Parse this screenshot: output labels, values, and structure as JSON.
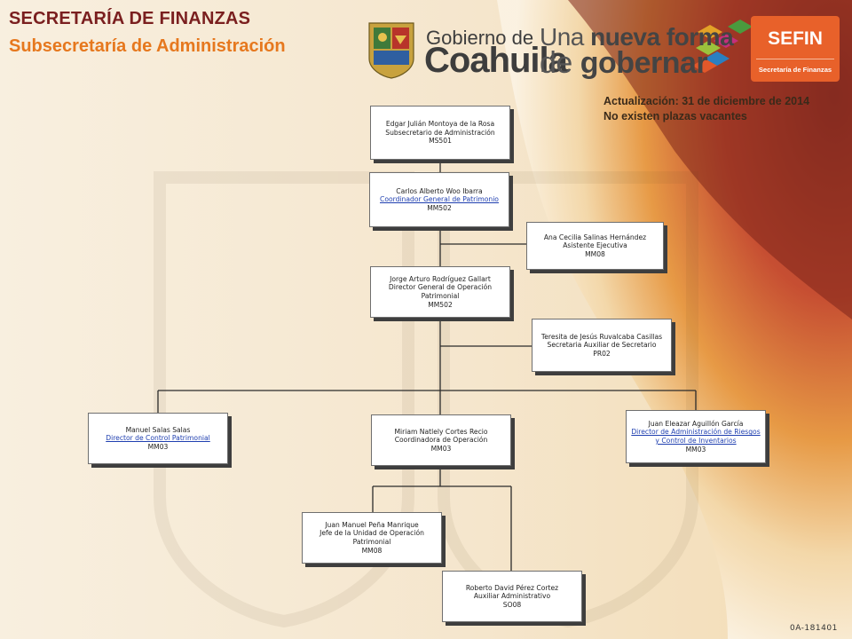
{
  "header": {
    "title": "SECRETARÍA DE FINANZAS",
    "subtitle": "Subsecretaría de Administración"
  },
  "logos": {
    "gobierno_line1": "Gobierno de",
    "gobierno_line2": "Coahuila",
    "slogan_pre1": "Una ",
    "slogan_bold1": "nueva forma",
    "slogan_pre2": "de ",
    "slogan_bold2": "gobernar",
    "sefin_name": "SEFIN",
    "sefin_sub": "Secretaría de Finanzas"
  },
  "notes": {
    "update": "Actualización: 31  de diciembre de 2014",
    "vacancies": "No existen plazas vacantes"
  },
  "org": {
    "subsecretario": {
      "name": "Edgar Julián Montoya de la Rosa",
      "role": "Subsecretario de Administración",
      "code": "MS501"
    },
    "coord_patrimonio": {
      "name": "Carlos Alberto Woo Ibarra",
      "role": "Coordinador  General  de  Patrimonio",
      "code": "MM502"
    },
    "asistente": {
      "name": "Ana Cecilia Salinas Hernández",
      "role": "Asistente Ejecutiva",
      "code": "MM08"
    },
    "director_general": {
      "name": "Jorge Arturo Rodríguez Gallart",
      "role": "Director General de Operación Patrimonial",
      "code": "MM502"
    },
    "secretaria_aux": {
      "name": "Teresita de Jesús Ruvalcaba Casillas",
      "role": "Secretaria Auxiliar de Secretario",
      "code": "PR02"
    },
    "director_control": {
      "name": "Manuel Salas Salas",
      "role": "Director de Control  Patrimonial",
      "code": "MM03"
    },
    "coordinadora_operacion": {
      "name": "Miriam Natlely Cortes Recio",
      "role": "Coordinadora  de Operación",
      "code": "MM03"
    },
    "director_riesgos": {
      "name": "Juan Eleazar Aguillón García",
      "role": "Director de Administración  de Riesgos y Control  de Inventarios",
      "code": "MM03"
    },
    "jefe_unidad": {
      "name": "Juan Manuel Peña Manrique",
      "role": "Jefe de la Unidad de Operación Patrimonial",
      "code": "MM08"
    },
    "auxiliar_admin": {
      "name": "Roberto David Pérez Cortez",
      "role": "Auxiliar Administrativo",
      "code": "SO08"
    }
  },
  "footer": {
    "code": "0A-181401"
  },
  "colors": {
    "title": "#7a1f1f",
    "subtitle": "#e6781e",
    "sefin": "#e8612a",
    "link": "#1f3fb0",
    "connector": "#2b2b2b"
  }
}
